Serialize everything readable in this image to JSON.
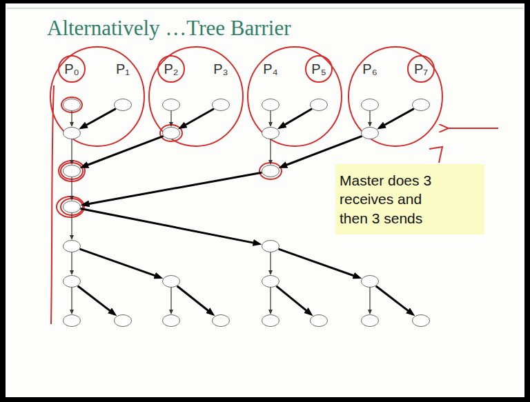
{
  "diagram": {
    "title": "Alternatively …Tree Barrier",
    "nodes": [
      {
        "text": [
          "P₀"
        ]
      },
      {
        "text": [
          "P₁"
        ]
      },
      {
        "text": [
          "P₂"
        ]
      },
      {
        "text": [
          "P₃"
        ]
      },
      {
        "text": [
          "P₄"
        ]
      },
      {
        "text": [
          "P₅"
        ]
      },
      {
        "text": [
          "P₆"
        ]
      },
      {
        "text": [
          "P₇"
        ]
      },
      {
        "text": []
      },
      {
        "text": []
      },
      {
        "text": []
      },
      {
        "text": []
      },
      {
        "text": []
      },
      {
        "text": []
      },
      {
        "text": []
      },
      {
        "text": []
      },
      {
        "text": []
      },
      {
        "text": []
      },
      {
        "text": []
      },
      {
        "text": []
      },
      {
        "text": []
      },
      {
        "text": []
      },
      {
        "text": []
      },
      {
        "text": []
      },
      {
        "text": []
      },
      {
        "text": []
      },
      {
        "text": []
      },
      {
        "text": []
      },
      {
        "text": []
      },
      {
        "text": [
          "Master does 3 receives and then 3 sends"
        ]
      }
    ],
    "edges": [
      {
        "from": 0,
        "to": 8,
        "arrow": "to"
      },
      {
        "from": 1,
        "to": 8,
        "arrow": "to"
      },
      {
        "from": 2,
        "to": 9,
        "arrow": "to"
      },
      {
        "from": 3,
        "to": 9,
        "arrow": "to"
      },
      {
        "from": 4,
        "to": 10,
        "arrow": "to"
      },
      {
        "from": 5,
        "to": 10,
        "arrow": "to"
      },
      {
        "from": 6,
        "to": 11,
        "arrow": "to"
      },
      {
        "from": 7,
        "to": 11,
        "arrow": "to"
      },
      {
        "from": 8,
        "to": 12,
        "arrow": "to"
      },
      {
        "from": 9,
        "to": 12,
        "arrow": "to"
      },
      {
        "from": 10,
        "to": 13,
        "arrow": "to"
      },
      {
        "from": 11,
        "to": 13,
        "arrow": "to"
      },
      {
        "from": 12,
        "to": 14,
        "arrow": "to"
      },
      {
        "from": 13,
        "to": 14,
        "arrow": "to"
      },
      {
        "from": 14,
        "to": 15,
        "arrow": "to"
      },
      {
        "from": 14,
        "to": 16,
        "arrow": "to"
      },
      {
        "from": 15,
        "to": 17,
        "arrow": "to"
      },
      {
        "from": 15,
        "to": 18,
        "arrow": "to"
      },
      {
        "from": 16,
        "to": 19,
        "arrow": "to"
      },
      {
        "from": 16,
        "to": 20,
        "arrow": "to"
      },
      {
        "from": 17,
        "to": 21,
        "arrow": "to"
      },
      {
        "from": 17,
        "to": 22,
        "arrow": "to"
      },
      {
        "from": 18,
        "to": 23,
        "arrow": "to"
      },
      {
        "from": 18,
        "to": 24,
        "arrow": "to"
      },
      {
        "from": 19,
        "to": 25,
        "arrow": "to"
      },
      {
        "from": 19,
        "to": 26,
        "arrow": "to"
      },
      {
        "from": 20,
        "to": 27,
        "arrow": "to"
      },
      {
        "from": 20,
        "to": 28,
        "arrow": "to"
      }
    ]
  }
}
